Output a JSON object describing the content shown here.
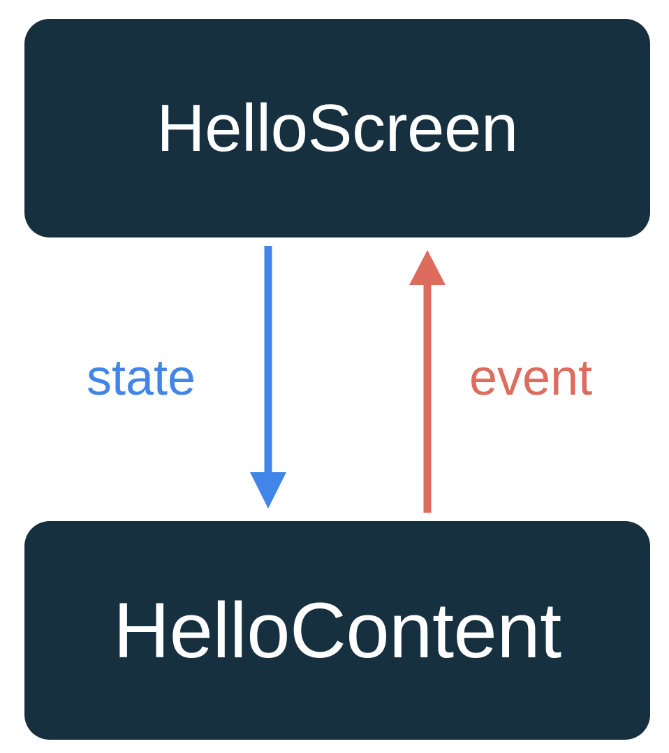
{
  "diagram": {
    "type": "flow",
    "background_color": "#ffffff",
    "nodes": [
      {
        "id": "hello-screen",
        "label": "HelloScreen",
        "fill_color": "#16303f",
        "text_color": "#ffffff",
        "shape": "rounded-rectangle"
      },
      {
        "id": "hello-content",
        "label": "HelloContent",
        "fill_color": "#16303f",
        "text_color": "#ffffff",
        "shape": "rounded-rectangle"
      }
    ],
    "edges": [
      {
        "id": "state",
        "label": "state",
        "from": "hello-screen",
        "to": "hello-content",
        "direction": "down",
        "color": "#4285e8"
      },
      {
        "id": "event",
        "label": "event",
        "from": "hello-content",
        "to": "hello-screen",
        "direction": "up",
        "color": "#dd6c5e"
      }
    ]
  }
}
